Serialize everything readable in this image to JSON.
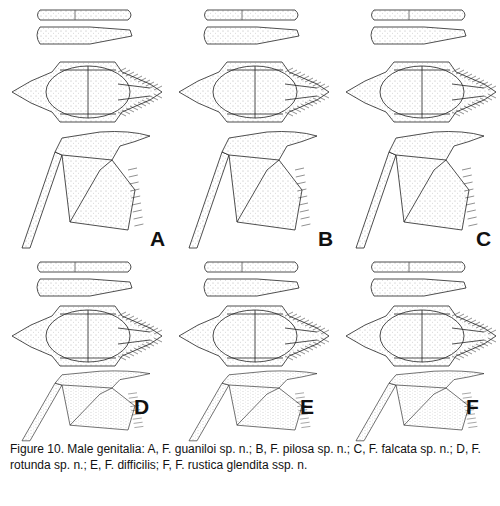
{
  "diagram": {
    "caption": "Figure 10. Male genitalia: A, F. guaniloi sp. n.; B, F. pilosa sp. n.; C, F. falcata sp. n.; D, F. rotunda sp. n.; E, F. difficilis; F, F. rustica glendita ssp. n.",
    "labels": [
      "A",
      "B",
      "C",
      "D",
      "E",
      "F"
    ]
  }
}
